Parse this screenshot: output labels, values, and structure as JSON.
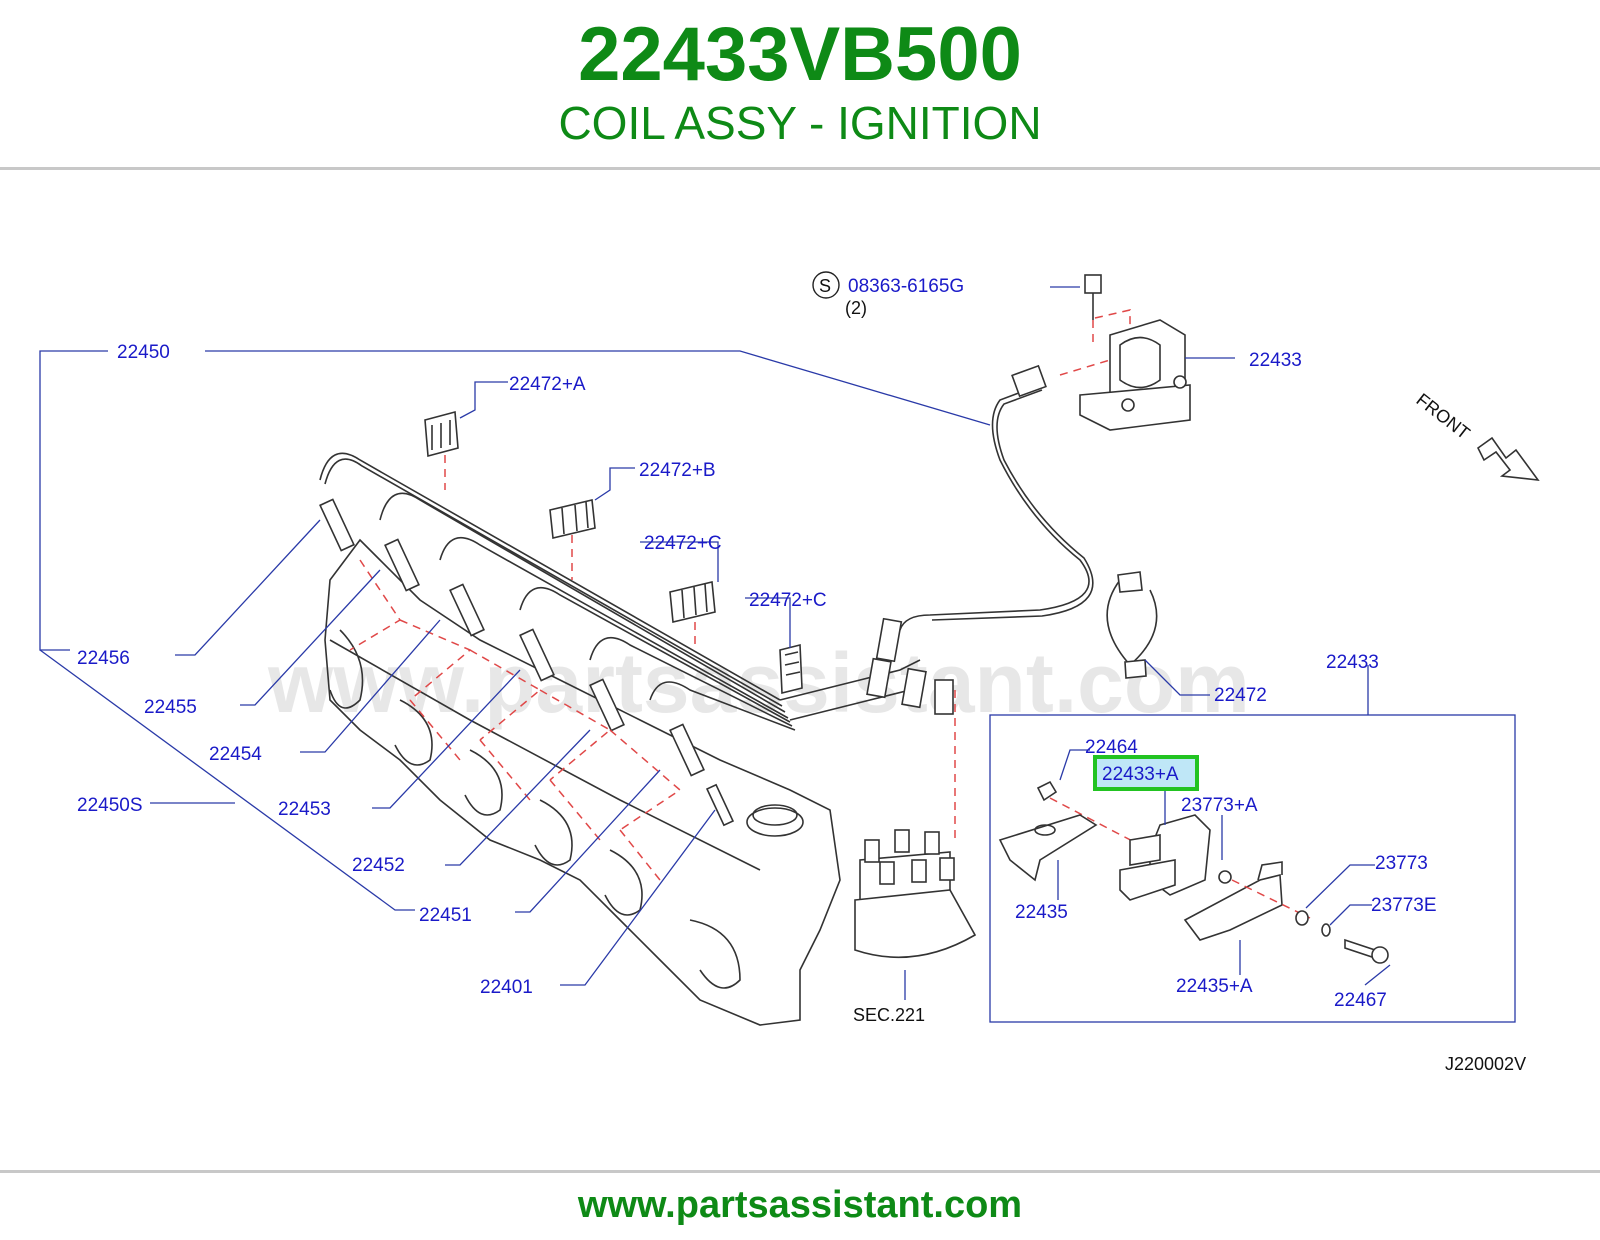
{
  "header": {
    "part_number": "22433VB500",
    "part_name": "COIL ASSY - IGNITION"
  },
  "diagram": {
    "screw_symbol": "S",
    "screw_part": "08363-6165G",
    "screw_qty": "(2)",
    "front_label": "FRONT",
    "sec_label": "SEC.221",
    "diagram_code": "J220002V",
    "watermark": "www.partsassistant.com",
    "highlighted": "22433+A",
    "labels": {
      "l22450": "22450",
      "l22472A": "22472+A",
      "l22472B": "22472+B",
      "l22472C1": "22472+C",
      "l22472C2": "22472+C",
      "l22433top": "22433",
      "l22472": "22472",
      "l22433box": "22433",
      "l22464": "22464",
      "l23773A": "23773+A",
      "l23773": "23773",
      "l23773E": "23773E",
      "l22435": "22435",
      "l22435A": "22435+A",
      "l22467": "22467",
      "l22456": "22456",
      "l22455": "22455",
      "l22454": "22454",
      "l22450S": "22450S",
      "l22453": "22453",
      "l22452": "22452",
      "l22451": "22451",
      "l22401": "22401"
    }
  },
  "footer": {
    "url": "www.partsassistant.com"
  },
  "colors": {
    "title_green": "#0e8a16",
    "callout_blue": "#1a1ac8",
    "highlight_green": "#22c322",
    "dash_red": "#e04848"
  }
}
